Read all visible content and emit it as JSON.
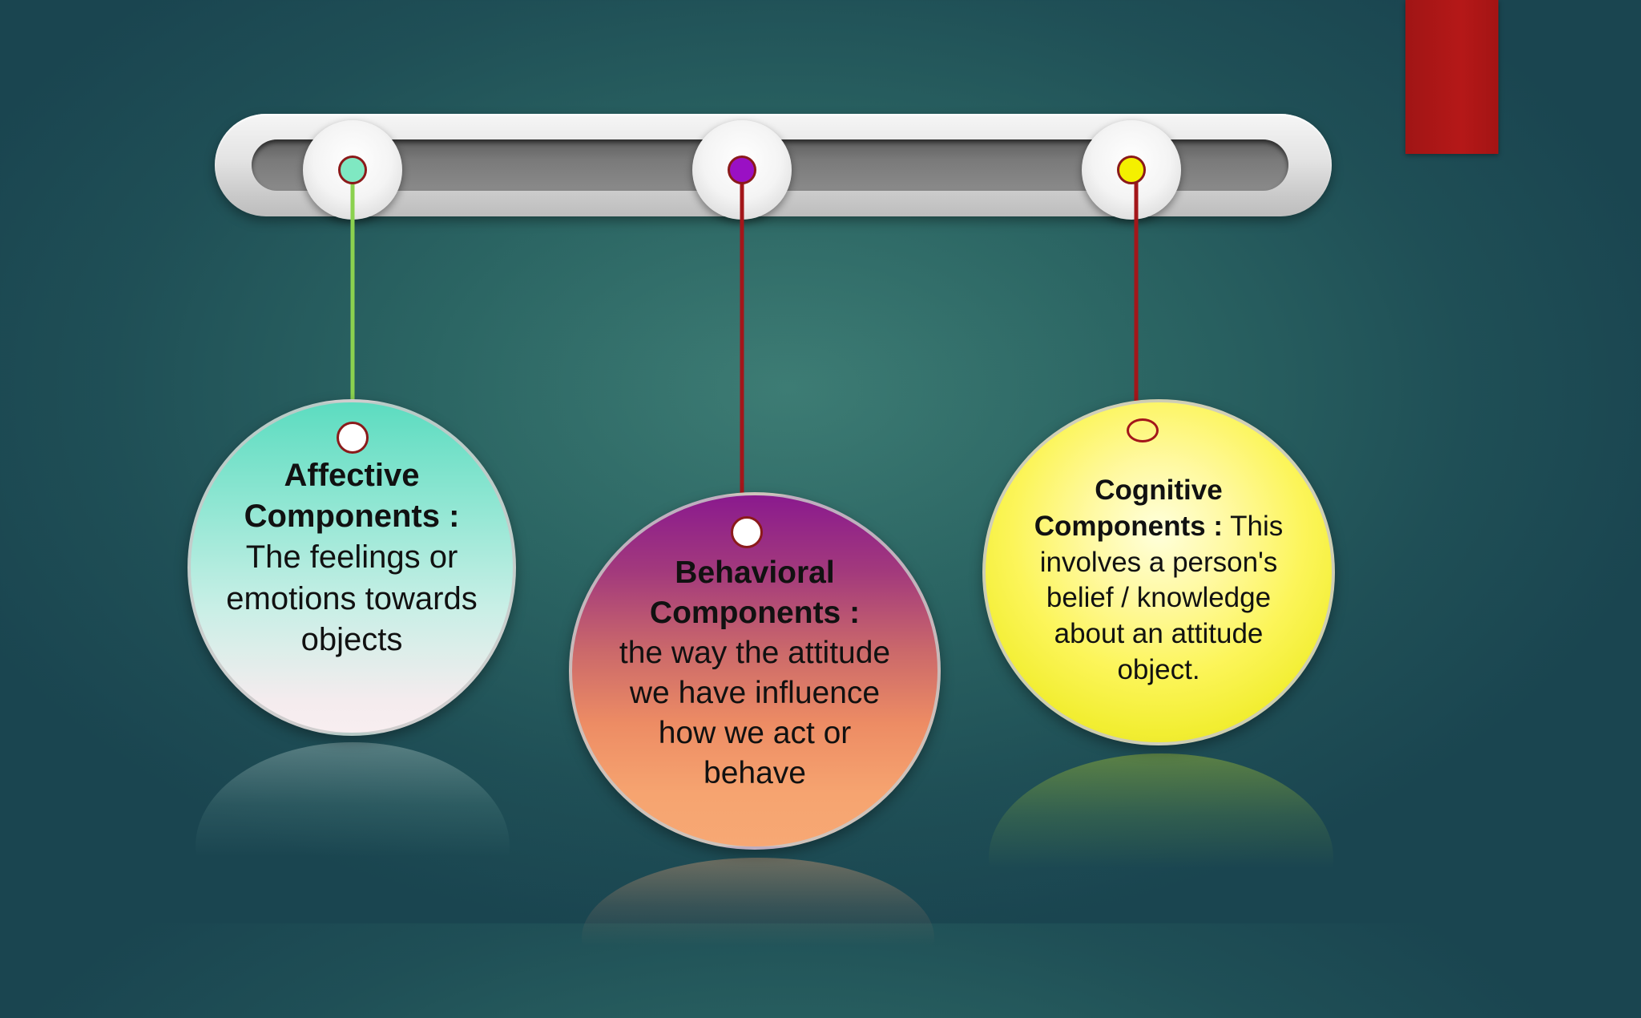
{
  "colors": {
    "background": "#2b6563",
    "accent_red": "#b51818",
    "connector_green": "#8bd14f",
    "connector_red": "#a3161a",
    "dot_affective": "#7fe8c2",
    "dot_behavioral": "#9a10c4",
    "dot_cognitive": "#f4f000"
  },
  "components": [
    {
      "title": "Affective Components :",
      "description": "The feelings or emotions towards objects"
    },
    {
      "title": "Behavioral Components :",
      "description": "the way the attitude we have influence how we act or behave"
    },
    {
      "title": "Cognitive Components :",
      "description": "This involves a person's belief / knowledge about an attitude object."
    }
  ]
}
